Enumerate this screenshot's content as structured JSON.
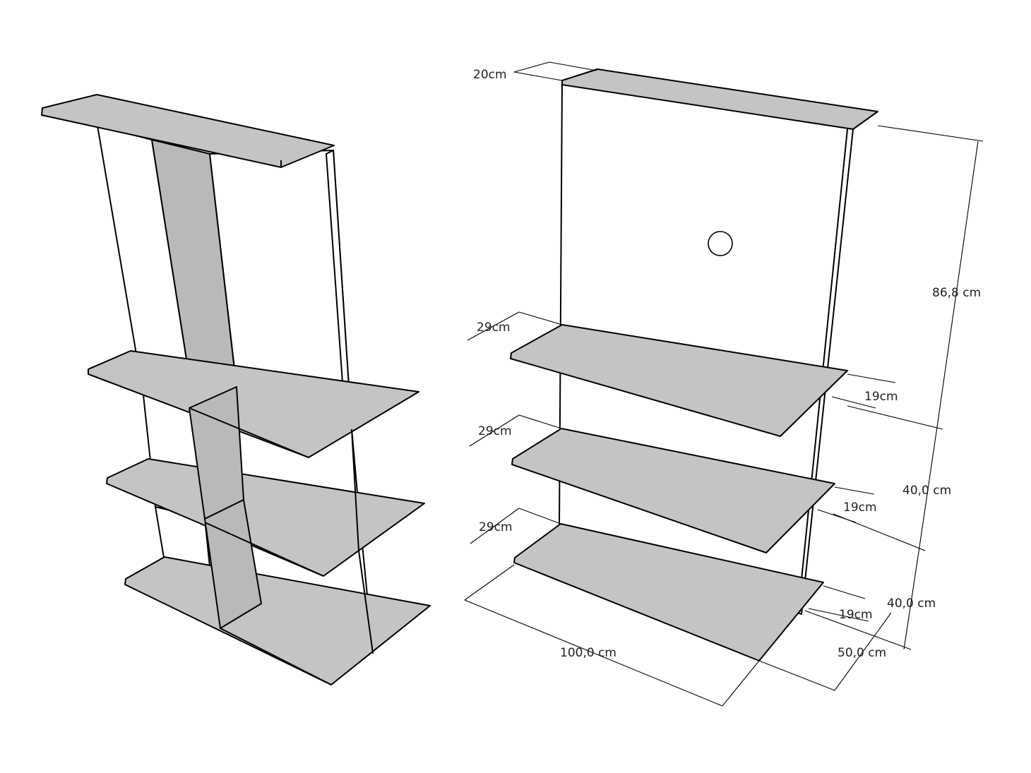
{
  "dimensions": {
    "top_depth": "20cm",
    "total_height": "86,8 cm",
    "shelf1_depth": "29cm",
    "shelf2_depth": "29cm",
    "shelf3_depth": "29cm",
    "shelf1_back": "19cm",
    "shelf2_back": "19cm",
    "shelf3_back": "19cm",
    "gap_upper": "40,0 cm",
    "gap_lower": "40,0 cm",
    "width": "100,0 cm",
    "depth": "50,0 cm"
  }
}
